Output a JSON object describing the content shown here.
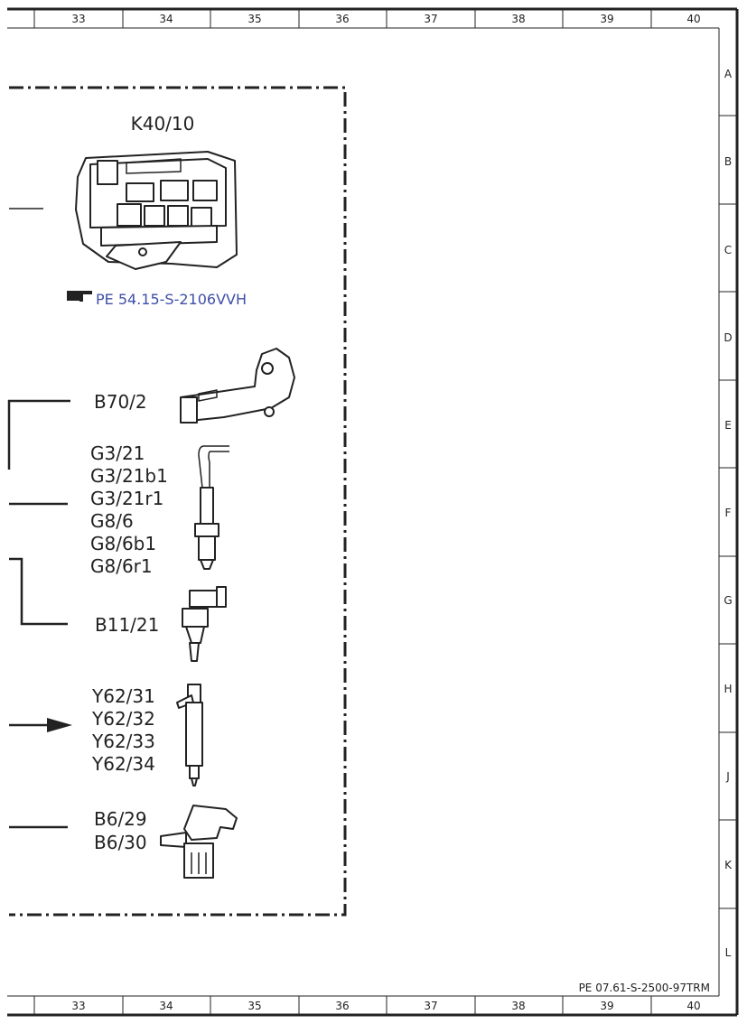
{
  "grid": {
    "columns": [
      "33",
      "34",
      "35",
      "36",
      "37",
      "38",
      "39",
      "40"
    ],
    "rows": [
      "A",
      "B",
      "C",
      "D",
      "E",
      "F",
      "G",
      "H",
      "J",
      "K",
      "L"
    ]
  },
  "components": {
    "k40_10": {
      "label": "K40/10",
      "reference": "PE 54.15-S-2106VVH",
      "reference_icon": "pointing-hand-icon"
    },
    "b70_2": {
      "label": "B70/2"
    },
    "oxygen_sensors": {
      "labels": [
        "G3/21",
        "G3/21b1",
        "G3/21r1",
        "G8/6",
        "G8/6b1",
        "G8/6r1"
      ]
    },
    "b11_21": {
      "label": "B11/21"
    },
    "injectors": {
      "labels": [
        "Y62/31",
        "Y62/32",
        "Y62/33",
        "Y62/34"
      ]
    },
    "b6": {
      "labels": [
        "B6/29",
        "B6/30"
      ]
    }
  },
  "footer": {
    "document_id": "PE 07.61-S-2500-97TRM"
  },
  "colors": {
    "reference_link": "#3f4fa8",
    "line": "#222222"
  }
}
